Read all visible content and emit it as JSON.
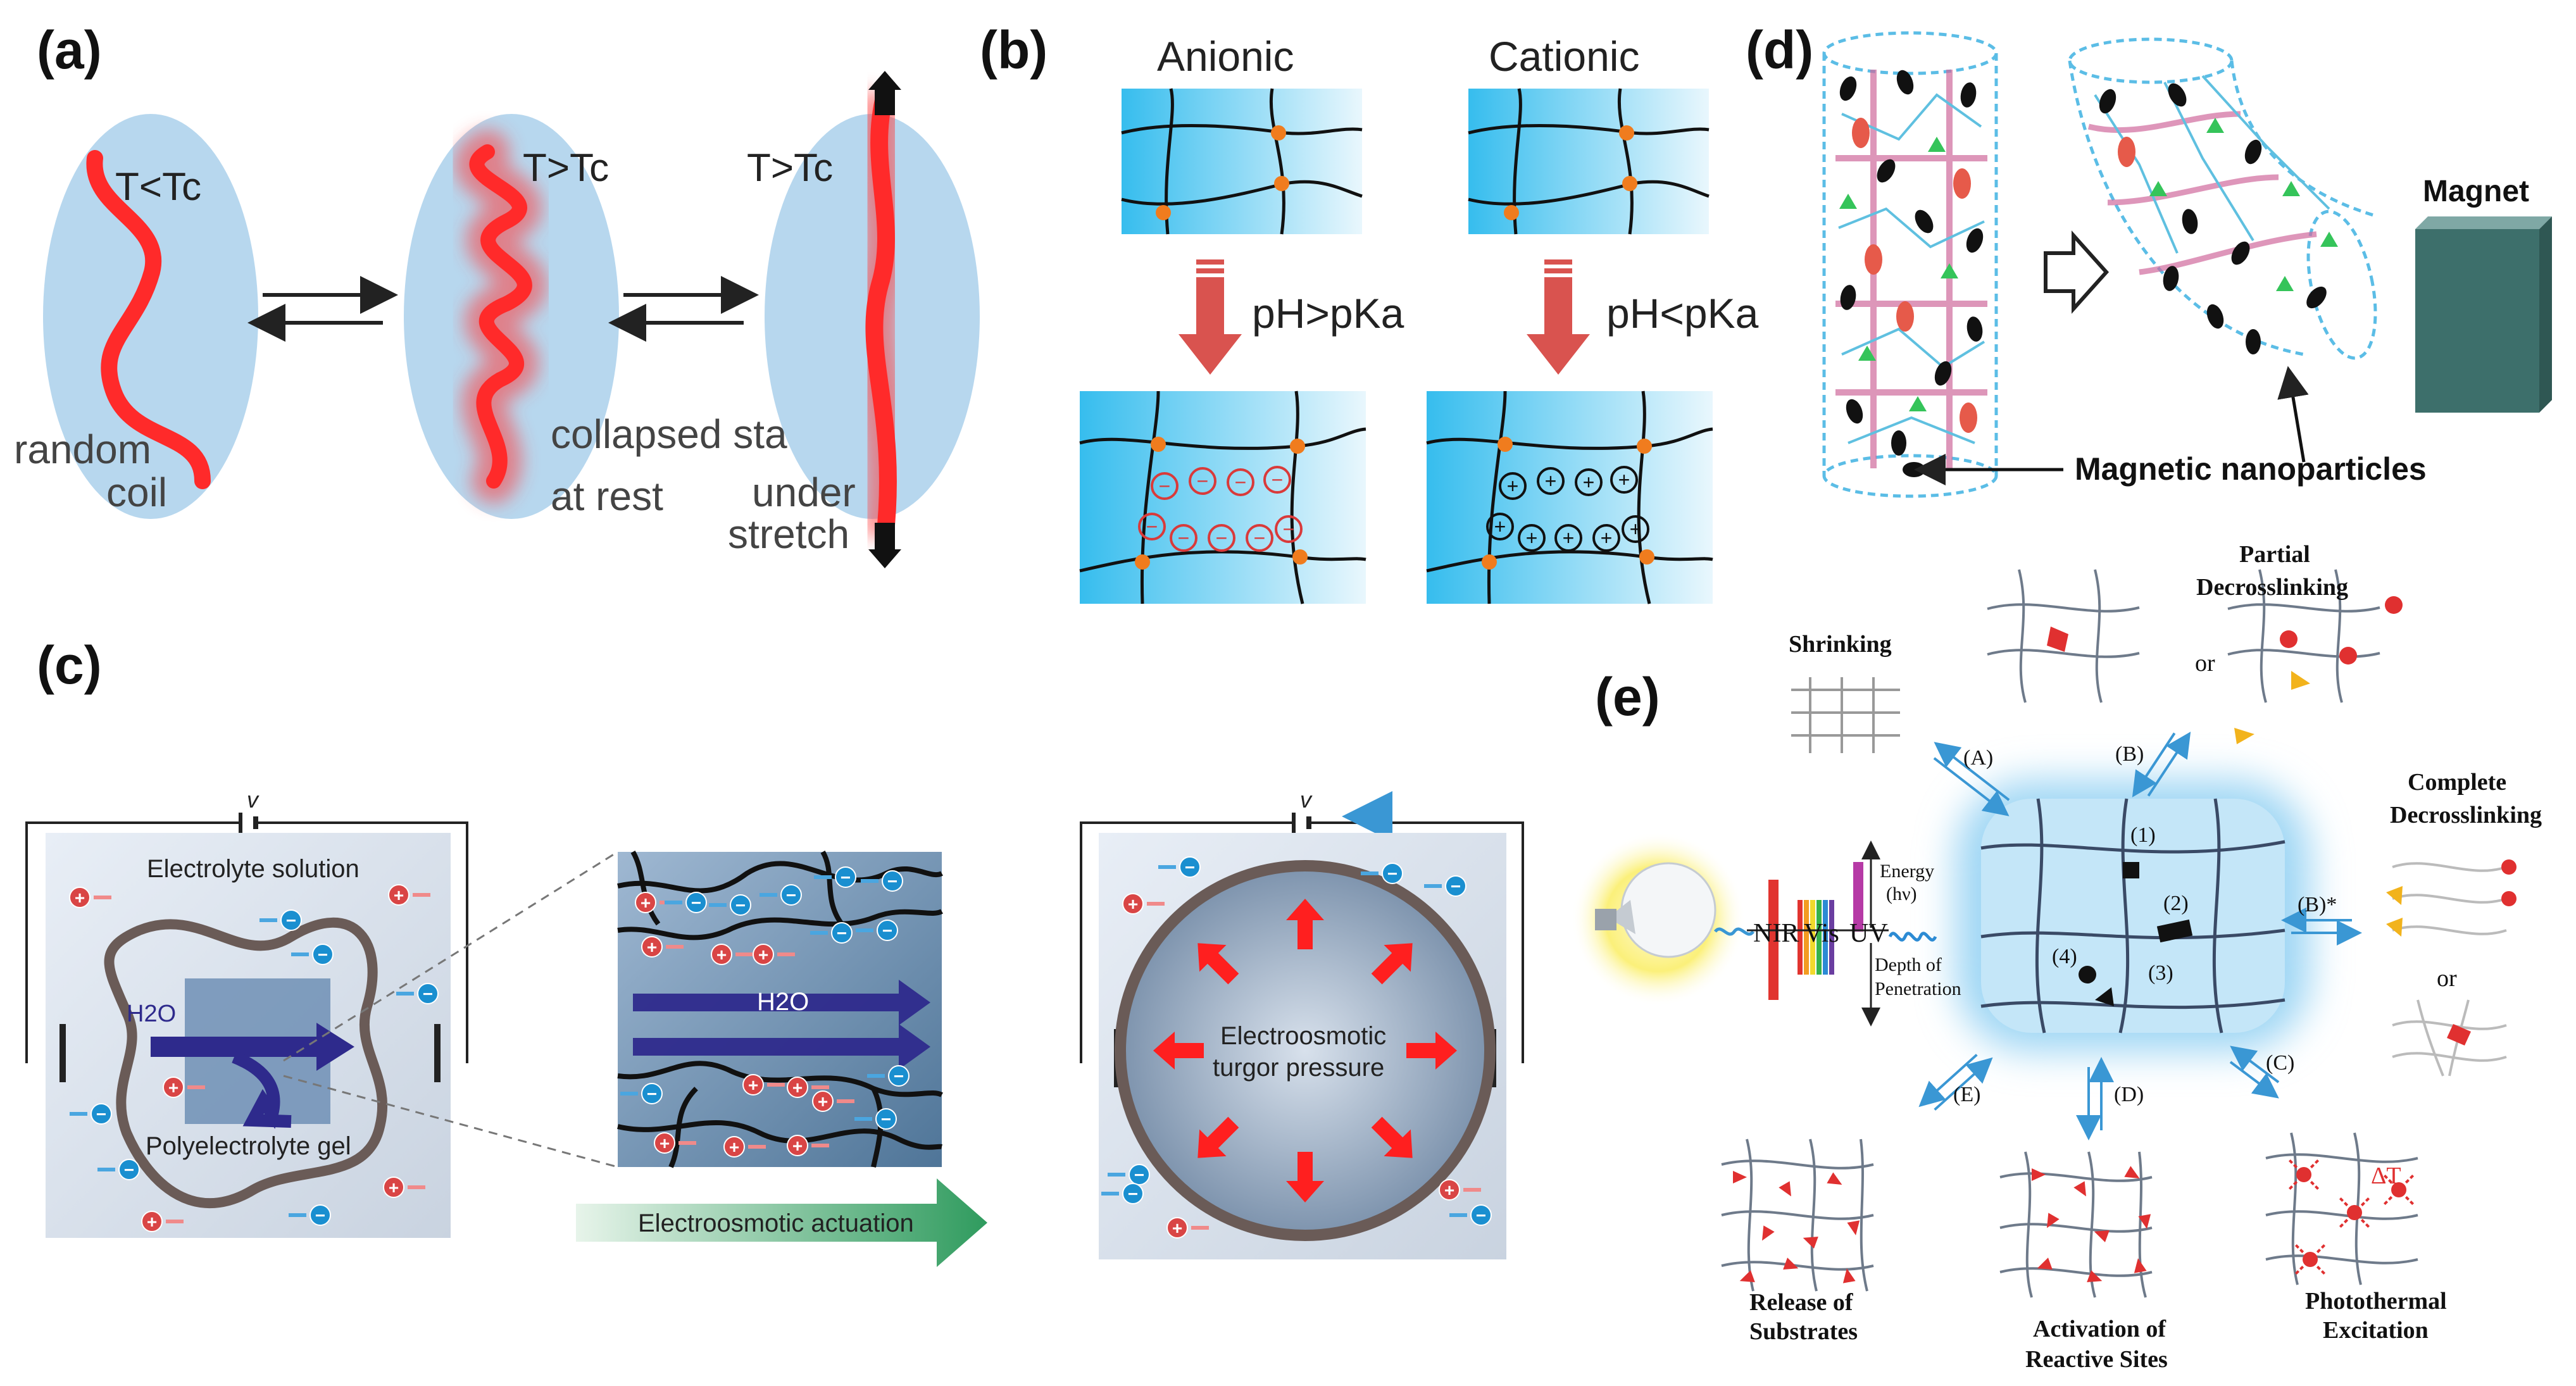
{
  "colors": {
    "hydrogel": "#b7d7ee",
    "polymer": "#ff2a2a",
    "network_bg": "#3fc0ef",
    "crosslink": "#f07c1e",
    "arrow": "#d9534f",
    "anion": "#d93a3a",
    "cation": "#1a8fd0",
    "water_flow": "#2e2a8c",
    "magnet": "#3d6f6b",
    "actuation": "#3aa56a"
  },
  "panel_a": {
    "label": "(a)",
    "state1": "T<Tc",
    "state1_desc_1": "random",
    "state1_desc_2": "coil",
    "state2": "T>Tc",
    "state2_desc_1": "collapsed state",
    "state2_desc_2": "at rest",
    "state3": "T>Tc",
    "state3_desc_1": "under",
    "state3_desc_2": "stretch"
  },
  "panel_b": {
    "label": "(b)",
    "left_title": "Anionic",
    "right_title": "Cationic",
    "left_condition": "pH>pKa",
    "right_condition": "pH<pKa",
    "anion_symbol": "⊖",
    "cation_symbol": "⊕"
  },
  "panel_c": {
    "label": "(c)",
    "voltage": "v",
    "electrolyte": "Electrolyte solution",
    "water": "H2O",
    "gel": "Polyelectrolyte gel",
    "actuation": "Electroosmotic actuation",
    "pressure_1": "Electroosmotic",
    "pressure_2": "turgor pressure",
    "plus": "+",
    "minus": "−"
  },
  "panel_d": {
    "label": "(d)",
    "magnet": "Magnet",
    "particles": "Magnetic nanoparticles"
  },
  "panel_e": {
    "label": "(e)",
    "shrinking": "Shrinking",
    "partial_1": "Partial",
    "partial_2": "Decrosslinking",
    "or": "or",
    "complete_1": "Complete",
    "complete_2": "Decrosslinking",
    "path_a": "(A)",
    "path_b": "(B)",
    "path_b_star": "(B)*",
    "path_c": "(C)",
    "path_d": "(D)",
    "path_e": "(E)",
    "site_1": "(1)",
    "site_2": "(2)",
    "site_3": "(3)",
    "site_4": "(4)",
    "nir": "NIR",
    "vis": "Vis",
    "uv": "UV",
    "energy_1": "Energy",
    "energy_2": "(hν)",
    "depth_1": "Depth of",
    "depth_2": "Penetration",
    "release_1": "Release of",
    "release_2": "Substrates",
    "activation_1": "Activation of",
    "activation_2": "Reactive Sites",
    "photothermal_1": "Photothermal",
    "photothermal_2": "Excitation",
    "delta_t": "ΔT"
  }
}
